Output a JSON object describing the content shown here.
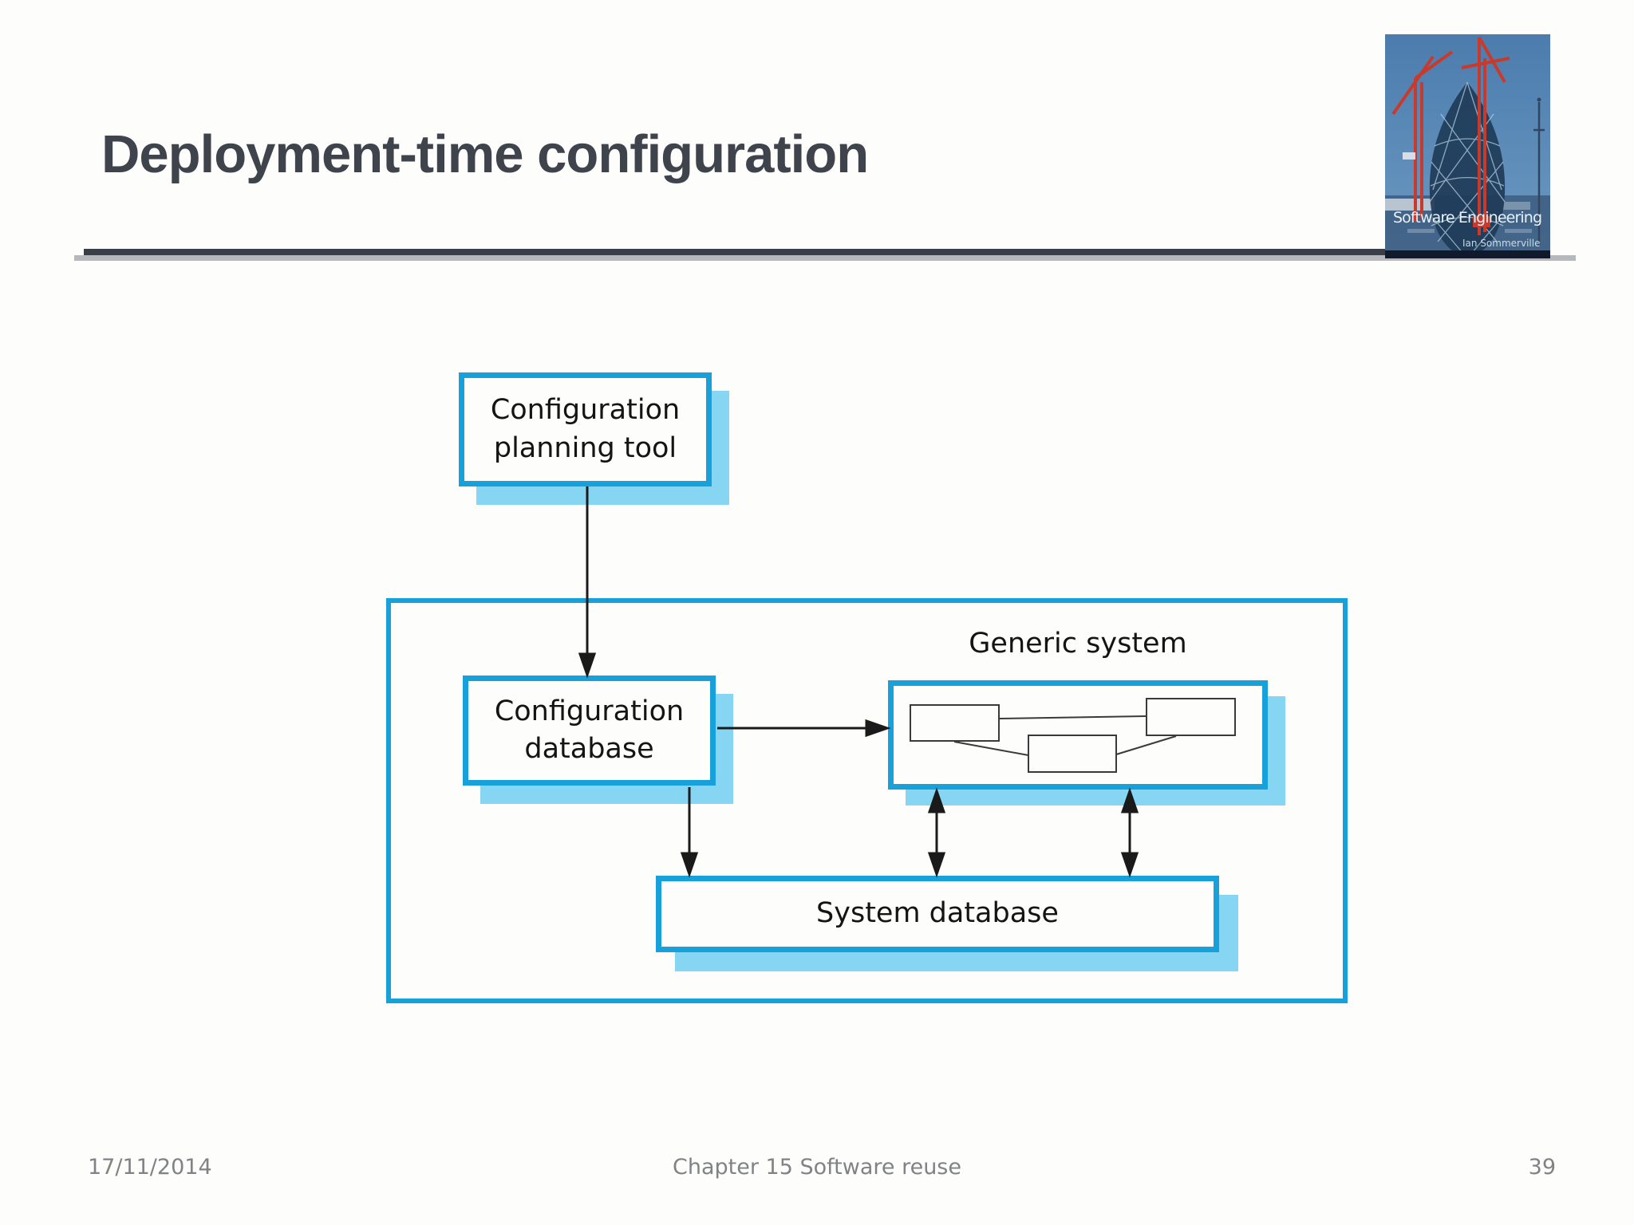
{
  "slide": {
    "title": "Deployment-time configuration"
  },
  "logo": {
    "title": "Software Engineering",
    "author": "Ian Sommerville"
  },
  "diagram": {
    "planning_tool": {
      "line1": "Configuration",
      "line2": "planning tool"
    },
    "config_database": {
      "line1": "Configuration",
      "line2": "database"
    },
    "generic_system_label": "Generic system",
    "system_database": "System database"
  },
  "footer": {
    "date": "17/11/2014",
    "chapter": "Chapter 15 Software reuse",
    "page": "39"
  },
  "colors": {
    "accent_cyan": "#18a0db",
    "box_shadow_blue": "#86d6f3",
    "title_text": "#3f434c",
    "rule_dark": "#3a3e46",
    "rule_shadow": "#b6b9bc",
    "footer_text": "#808285",
    "arrow_black": "#1a1a1a"
  }
}
